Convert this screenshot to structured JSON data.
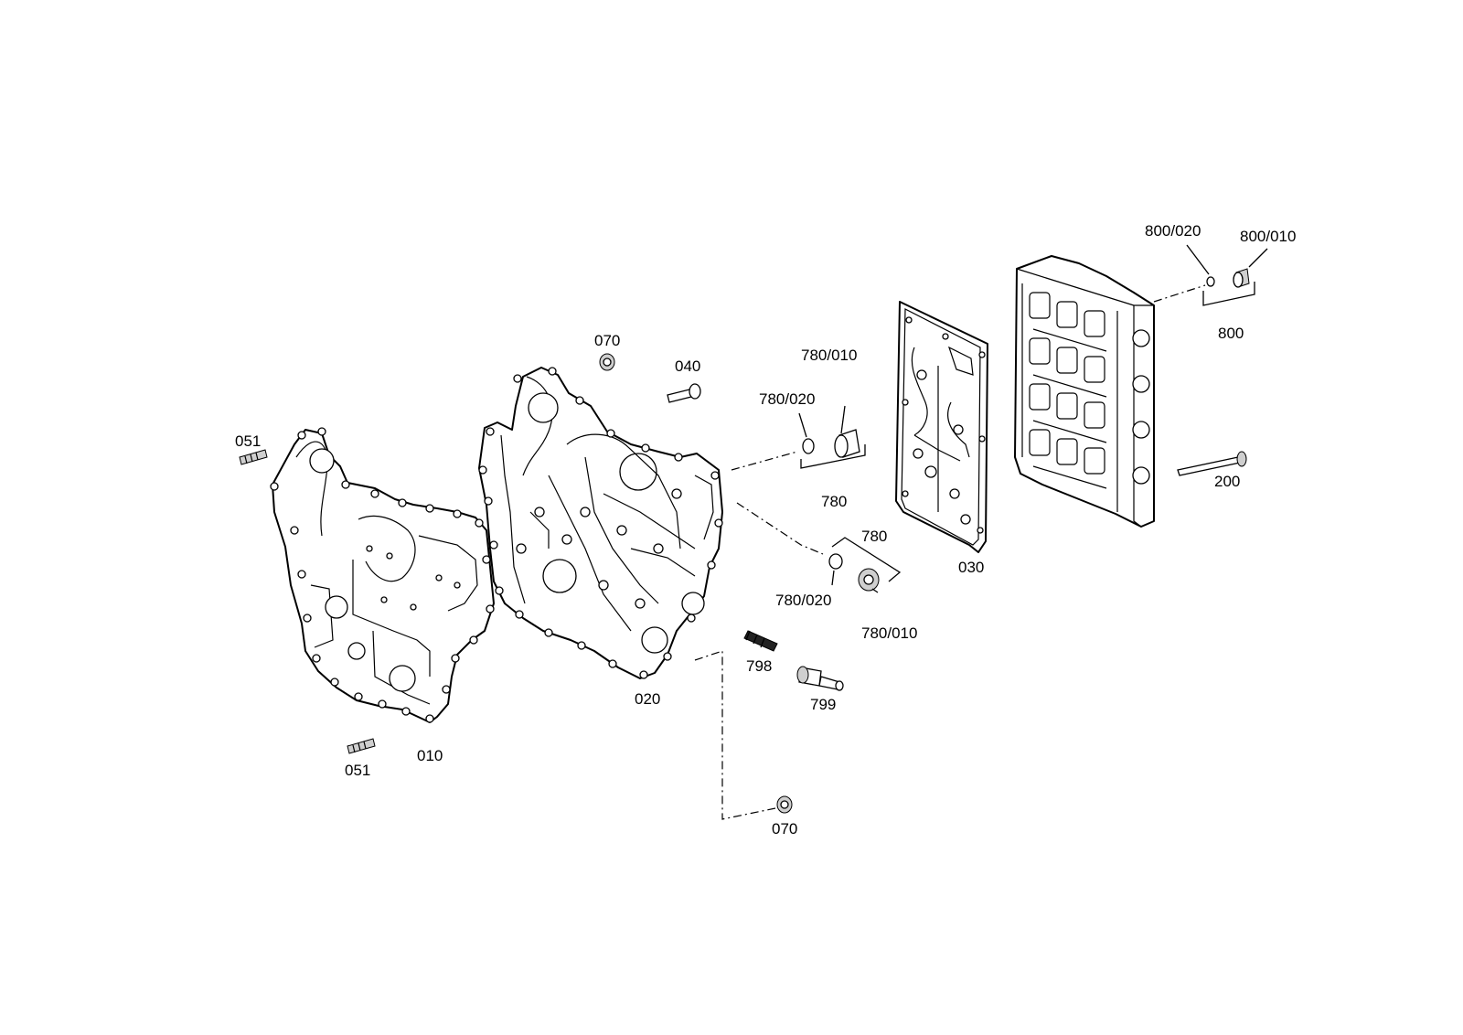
{
  "labels": {
    "p051_top": "051",
    "p051_bottom": "051",
    "p010": "010",
    "p070_top": "070",
    "p040": "040",
    "p020": "020",
    "p780_010_top": "780/010",
    "p780_020_top": "780/020",
    "p780_top": "780",
    "p780_mid": "780",
    "p780_020_mid": "780/020",
    "p780_010_mid": "780/010",
    "p798": "798",
    "p799": "799",
    "p070_bottom": "070",
    "p030": "030",
    "p800_020": "800/020",
    "p800_010": "800/010",
    "p800": "800",
    "p200": "200"
  }
}
